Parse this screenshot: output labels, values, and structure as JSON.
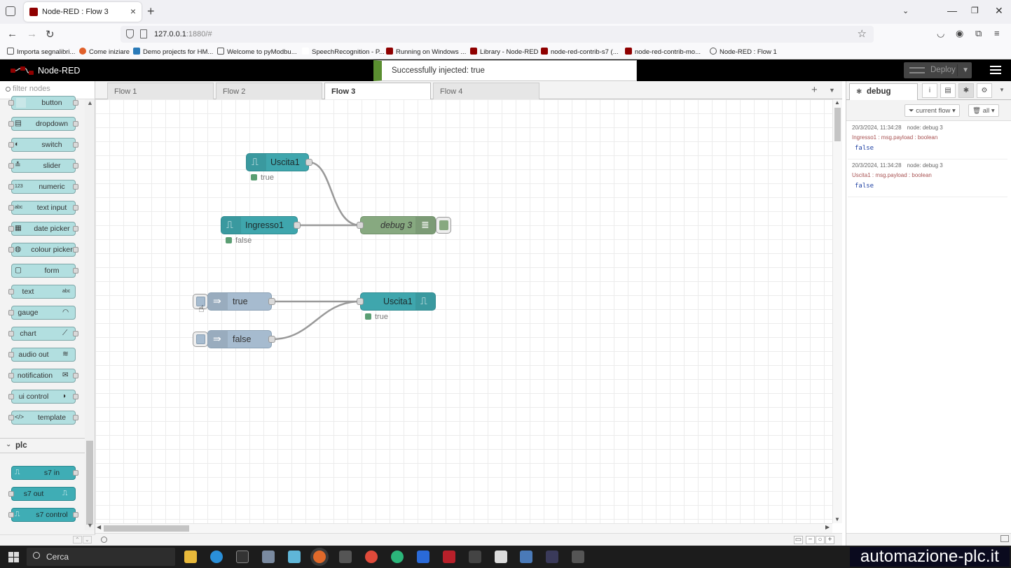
{
  "browser": {
    "tab_title": "Node-RED : Flow 3",
    "url_host": "127.0.0.1",
    "url_rest": ":1880/#",
    "bookmarks": [
      "Importa segnalibri...",
      "Come iniziare",
      "Demo projects for HM...",
      "Welcome to pyModbu...",
      "SpeechRecognition - P...",
      "Running on Windows ...",
      "Library - Node-RED",
      "node-red-contrib-s7 (...",
      "node-red-contrib-mo...",
      "Node-RED : Flow 1"
    ]
  },
  "header": {
    "title": "Node-RED",
    "deploy_label": "Deploy",
    "notification": "Successfully injected: true"
  },
  "palette": {
    "filter_placeholder": "filter nodes",
    "dashboard_nodes": [
      "button",
      "dropdown",
      "switch",
      "slider",
      "numeric",
      "text input",
      "date picker",
      "colour picker",
      "form",
      "text",
      "gauge",
      "chart",
      "audio out",
      "notification",
      "ui control",
      "template"
    ],
    "plc_category": "plc",
    "plc_nodes": [
      "s7 in",
      "s7 out",
      "s7 control"
    ]
  },
  "workspace": {
    "tabs": [
      "Flow 1",
      "Flow 2",
      "Flow 3",
      "Flow 4"
    ],
    "active_tab": "Flow 3",
    "nodes": {
      "uscita1_in": {
        "label": "Uscita1",
        "status": "true"
      },
      "ingresso1": {
        "label": "Ingresso1",
        "status": "false"
      },
      "debug3": {
        "label": "debug 3"
      },
      "inject_true": {
        "label": "true"
      },
      "inject_false": {
        "label": "false"
      },
      "uscita1_out": {
        "label": "Uscita1",
        "status": "true"
      }
    }
  },
  "sidebar": {
    "tab_label": "debug",
    "filter_flow": "current flow",
    "filter_all": "all",
    "messages": [
      {
        "time": "20/3/2024, 11:34:28",
        "node": "node: debug 3",
        "path": "Ingresso1 : msg.payload : boolean",
        "value": "false"
      },
      {
        "time": "20/3/2024, 11:34:28",
        "node": "node: debug 3",
        "path": "Uscita1 : msg.payload : boolean",
        "value": "false"
      }
    ]
  },
  "taskbar": {
    "search_label": "Cerca",
    "watermark": "automazione-plc.it"
  },
  "colors": {
    "s7_node": "#3fa6ad",
    "inject_node": "#a6bbcf",
    "debug_node": "#87a980",
    "dashboard_node": "#b2dfe0",
    "notify_accent": "#5a8e30",
    "status_green": "#5a9e73"
  }
}
